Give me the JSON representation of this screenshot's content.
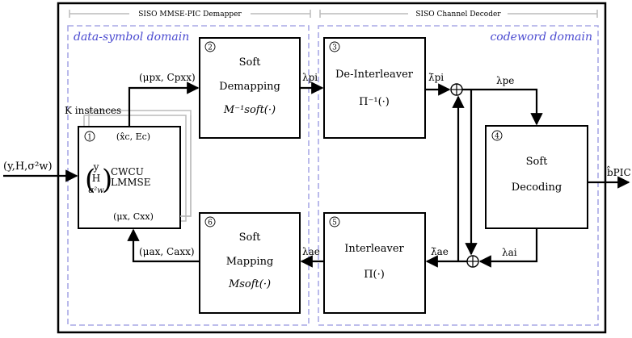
{
  "headers": {
    "demapper": "SISO MMSE-PIC Demapper",
    "decoder": "SISO Channel Decoder"
  },
  "domains": {
    "left": "data-symbol domain",
    "right": "codeword domain"
  },
  "k_instances": "K instances",
  "input_label": "(y,H,σ²w)",
  "output_label": "b̂PIC",
  "blocks": {
    "b1": {
      "num": "1",
      "top_label": "(x̂c, Ec)",
      "vec_y": "y",
      "vec_h": "H",
      "vec_s": "σ²w",
      "line1": "CWCU",
      "line2": "LMMSE",
      "bottom_label": "(μx, Cxx)"
    },
    "b2": {
      "num": "2",
      "line1": "Soft",
      "line2": "Demapping",
      "func": "M⁻¹soft(·)"
    },
    "b3": {
      "num": "3",
      "line1": "De-Interleaver",
      "func": "Π⁻¹(·)"
    },
    "b4": {
      "num": "4",
      "line1": "Soft",
      "line2": "Decoding"
    },
    "b5": {
      "num": "5",
      "line1": "Interleaver",
      "func": "Π(·)"
    },
    "b6": {
      "num": "6",
      "line1": "Soft",
      "line2": "Mapping",
      "func": "Msoft(·)"
    }
  },
  "signals": {
    "mu_p": "(μpx, Cpxx)",
    "lambda_ip": "λpi",
    "lambda_ip_bar": "λ̄pi",
    "lambda_ep": "λpe",
    "lambda_ia": "λai",
    "lambda_ea_bar": "λ̄ae",
    "lambda_ea": "λae",
    "mu_a": "(μax, Caxx)"
  }
}
